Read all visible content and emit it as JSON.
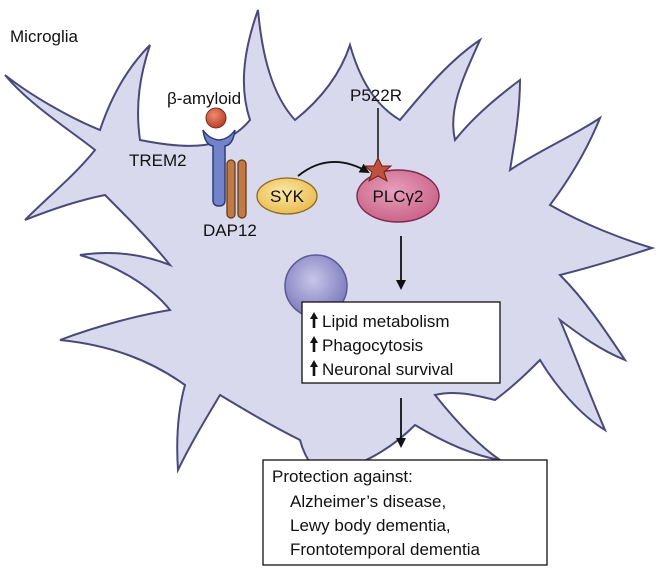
{
  "cell_label": "Microglia",
  "ligand_label": "β-amyloid",
  "receptor_label": "TREM2",
  "adaptor_label": "DAP12",
  "kinase_label": "SYK",
  "enzyme_label": "PLCγ2",
  "variant_label": "P522R",
  "effects": {
    "items": [
      "Lipid metabolism",
      "Phagocytosis",
      "Neuronal survival"
    ]
  },
  "protection": {
    "heading": "Protection against:",
    "items": [
      "Alzheimer’s disease,",
      "Lewy body dementia,",
      "Frontotemporal dementia"
    ]
  },
  "colors": {
    "cell_fill": "#d9d9ee",
    "cell_stroke": "#5a5a8a",
    "ligand": "#c8503a",
    "trem2": "#7080c8",
    "dap12": "#c07840",
    "syk": "#f0c860",
    "plcg2": "#d87898",
    "variant_star": "#c05040",
    "nucleus": "#8e8cc6"
  }
}
